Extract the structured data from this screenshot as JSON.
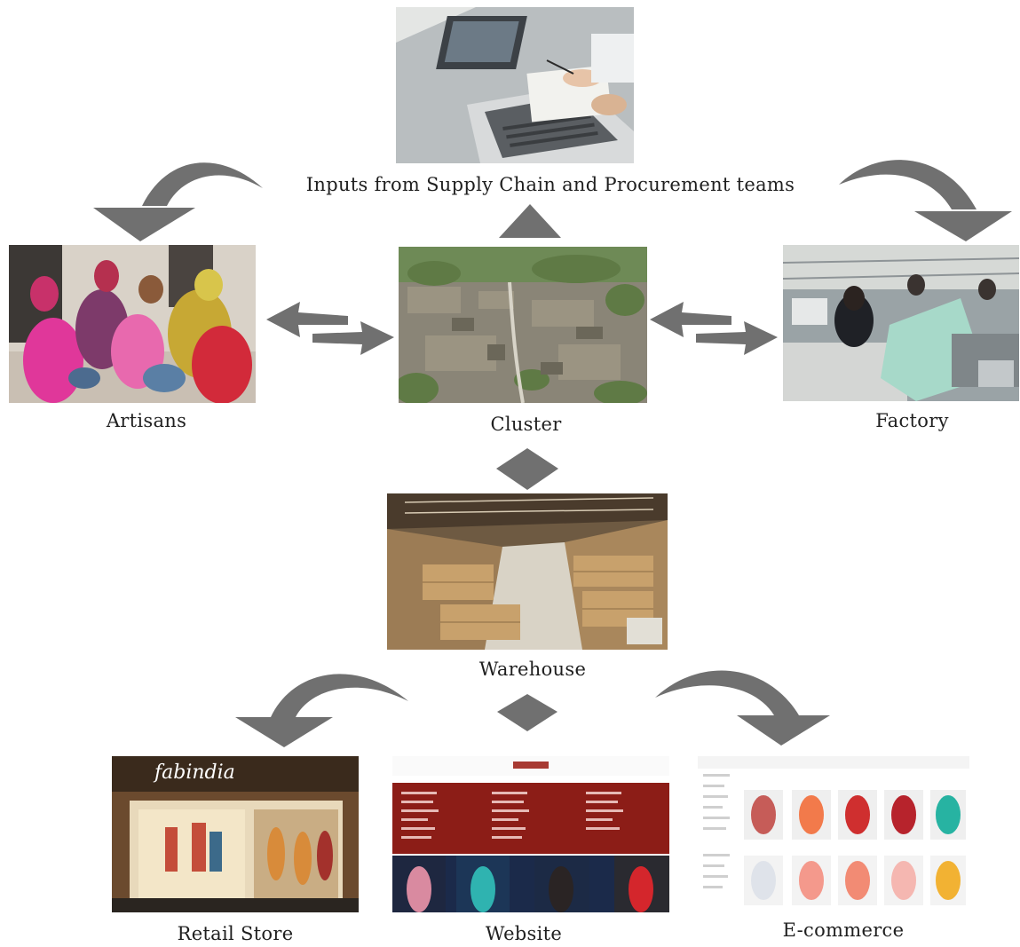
{
  "diagram": {
    "top_caption": "Inputs from Supply Chain and Procurement teams",
    "nodes": {
      "artisans": "Artisans",
      "cluster": "Cluster",
      "factory": "Factory",
      "warehouse": "Warehouse",
      "retail_store": "Retail Store",
      "website": "Website",
      "ecommerce": "E-commerce"
    },
    "store_sign": "fabindia",
    "arrow_color": "#707070"
  }
}
